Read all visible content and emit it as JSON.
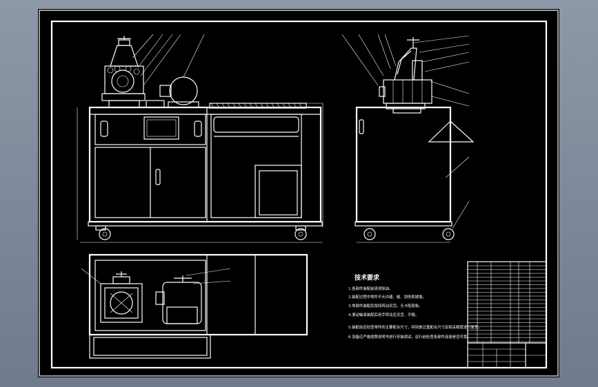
{
  "colors": {
    "background": "#7f8a9b",
    "sheet": "#000000",
    "lines": "#ffffff"
  },
  "notes": {
    "heading": "技术要求",
    "items": [
      "1.各部件装配前清洗除油。",
      "2.装配过程中零件不允许磕、碰、划伤和锈蚀。",
      "3.零部件装配后保持转动灵活，无卡阻现象。",
      "4.滚动轴承装配后用手转动应灵活、平稳。",
      "5.装配前应检查零件的主要配合尺寸，特别是过盈配合尺寸及相关精度进行复查。",
      "6.设备应严格按照说明书进行安装调试，运行前检查各部件连接是否可靠。"
    ]
  }
}
